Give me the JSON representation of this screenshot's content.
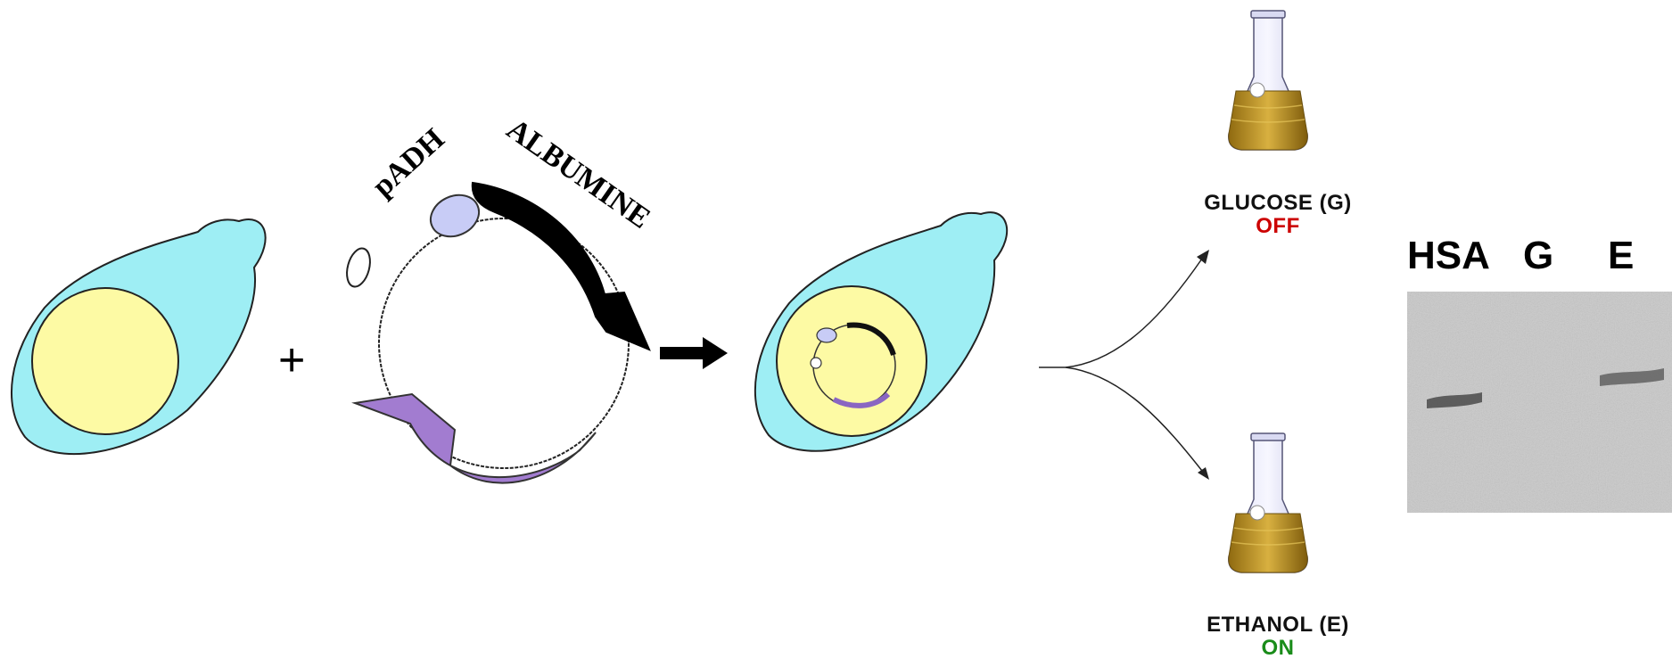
{
  "plasmid": {
    "promoter_label": "pADH",
    "gene_label": "ALBUMINE"
  },
  "operators": {
    "plus": "+"
  },
  "conditions": [
    {
      "name": "GLUCOSE (G)",
      "state": "OFF",
      "state_color": "#cc0000"
    },
    {
      "name": "ETHANOL (E)",
      "state": "ON",
      "state_color": "#1a8c1a"
    }
  ],
  "gel": {
    "lanes": [
      "HSA",
      "G",
      "E"
    ]
  },
  "colors": {
    "cell": "#9eeef4",
    "nucleus": "#fdfaa4",
    "promoter": "#c8ccf6",
    "selection_marker": "#a27cd0",
    "flask_liquid": "#c59a28",
    "gel_background": "#c9c9c9"
  }
}
